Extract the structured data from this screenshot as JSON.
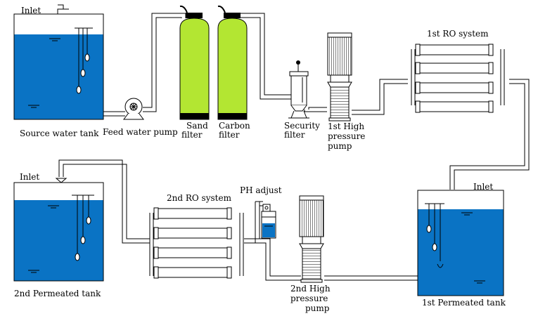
{
  "labels": {
    "inlet_top": "Inlet",
    "source_tank": "Source water tank",
    "feed_pump": "Feed water pump",
    "sand_filter_1": "Sand",
    "sand_filter_2": "filter",
    "carbon_filter_1": "Carbon",
    "carbon_filter_2": "filter",
    "security_filter_1": "Security",
    "security_filter_2": "filter",
    "hp_pump1_1": "1st High",
    "hp_pump1_2": "pressure",
    "hp_pump1_3": "pump",
    "ro1": "1st RO system",
    "inlet_bottom_left": "Inlet",
    "permeated2": "2nd Permeated tank",
    "ro2": "2nd  RO system",
    "ph_adjust": "PH adjust",
    "hp_pump2_1": "2nd High",
    "hp_pump2_2": "pressure",
    "hp_pump2_3": "pump",
    "inlet_right": "Inlet",
    "permeated1": "1st Permeated tank"
  },
  "colors": {
    "water": "#0a73c4",
    "filter_media": "#b3e632",
    "outline": "#000000",
    "background": "#ffffff"
  }
}
